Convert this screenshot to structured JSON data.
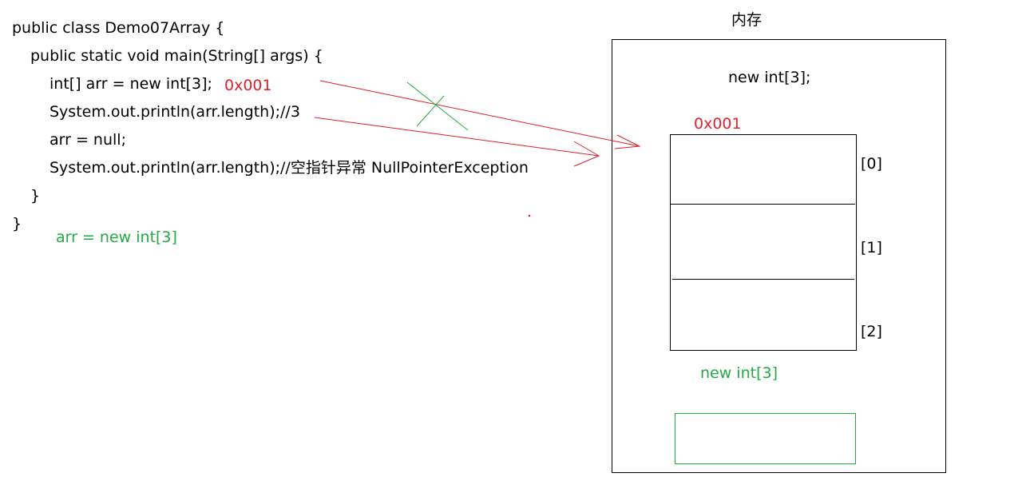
{
  "code": {
    "line1": "public class Demo07Array {",
    "line2": "public static void main(String[] args) {",
    "line3": "int[] arr = new int[3];",
    "line4": "System.out.println(arr.length);//3",
    "line5": "arr = null;",
    "line6": "System.out.println(arr.length);//空指针异常 NullPointerException",
    "line7": "}",
    "line8": "}"
  },
  "annotations": {
    "address_near_code": "0x001",
    "reassign_note": "arr = new int[3]"
  },
  "memory": {
    "title": "内存",
    "allocation_label": "new int[3];",
    "address_label": "0x001",
    "indices": [
      "[0]",
      "[1]",
      "[2]"
    ],
    "second_allocation_label": "new int[3]"
  },
  "colors": {
    "red": "#e0202a",
    "green": "#22aa44"
  }
}
